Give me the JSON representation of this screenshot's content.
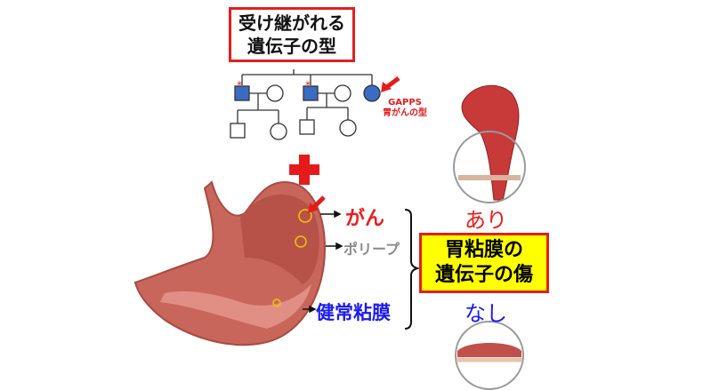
{
  "title": {
    "line1": "受け継がれる",
    "line2": "遺伝子の型"
  },
  "pedigree": {
    "annotation_line1": "GAPPS",
    "annotation_line2": "胃がんの型"
  },
  "stomach_labels": {
    "cancer": "がん",
    "polyp": "ポリープ",
    "normal": "健常粘膜"
  },
  "result": {
    "present": "あり",
    "absent": "なし",
    "box_line1": "胃粘膜の",
    "box_line2": "遺伝子の傷"
  },
  "colors": {
    "red": "#e02020",
    "blue": "#1a1aee",
    "affected_fill": "#3b6cc4",
    "yellow": "#ffff00",
    "gray": "#8a8a8a"
  }
}
